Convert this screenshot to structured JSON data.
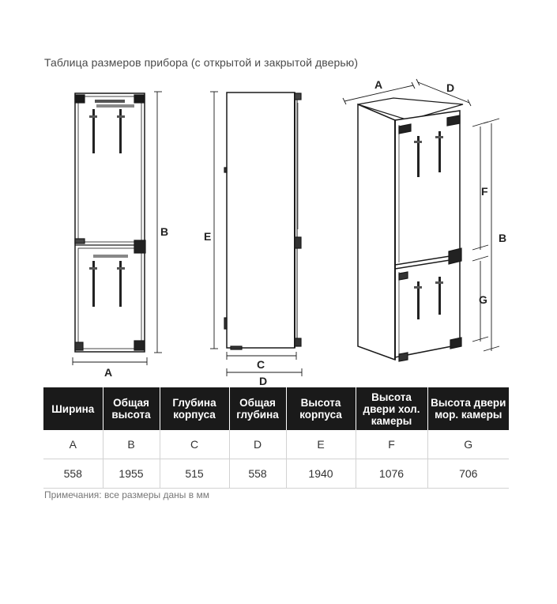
{
  "title": "Таблица размеров прибора (с открытой и закрытой дверью)",
  "dimension_labels": {
    "front_width": "A",
    "front_height": "B",
    "side_height": "E",
    "side_depth_body": "C",
    "side_depth_total": "D",
    "persp_width": "A",
    "persp_depth": "D",
    "persp_upper_door": "F",
    "persp_total_height": "B",
    "persp_lower_door": "G"
  },
  "table": {
    "headers": [
      "Ширина",
      "Общая высота",
      "Глубина корпуса",
      "Общая глубина",
      "Высота корпуса",
      "Высота двери хол. камеры",
      "Высота двери мор. камеры"
    ],
    "rows": [
      [
        "A",
        "B",
        "C",
        "D",
        "E",
        "F",
        "G"
      ],
      [
        "558",
        "1955",
        "515",
        "558",
        "1940",
        "1076",
        "706"
      ]
    ]
  },
  "note": "Примечания: все размеры даны в мм"
}
